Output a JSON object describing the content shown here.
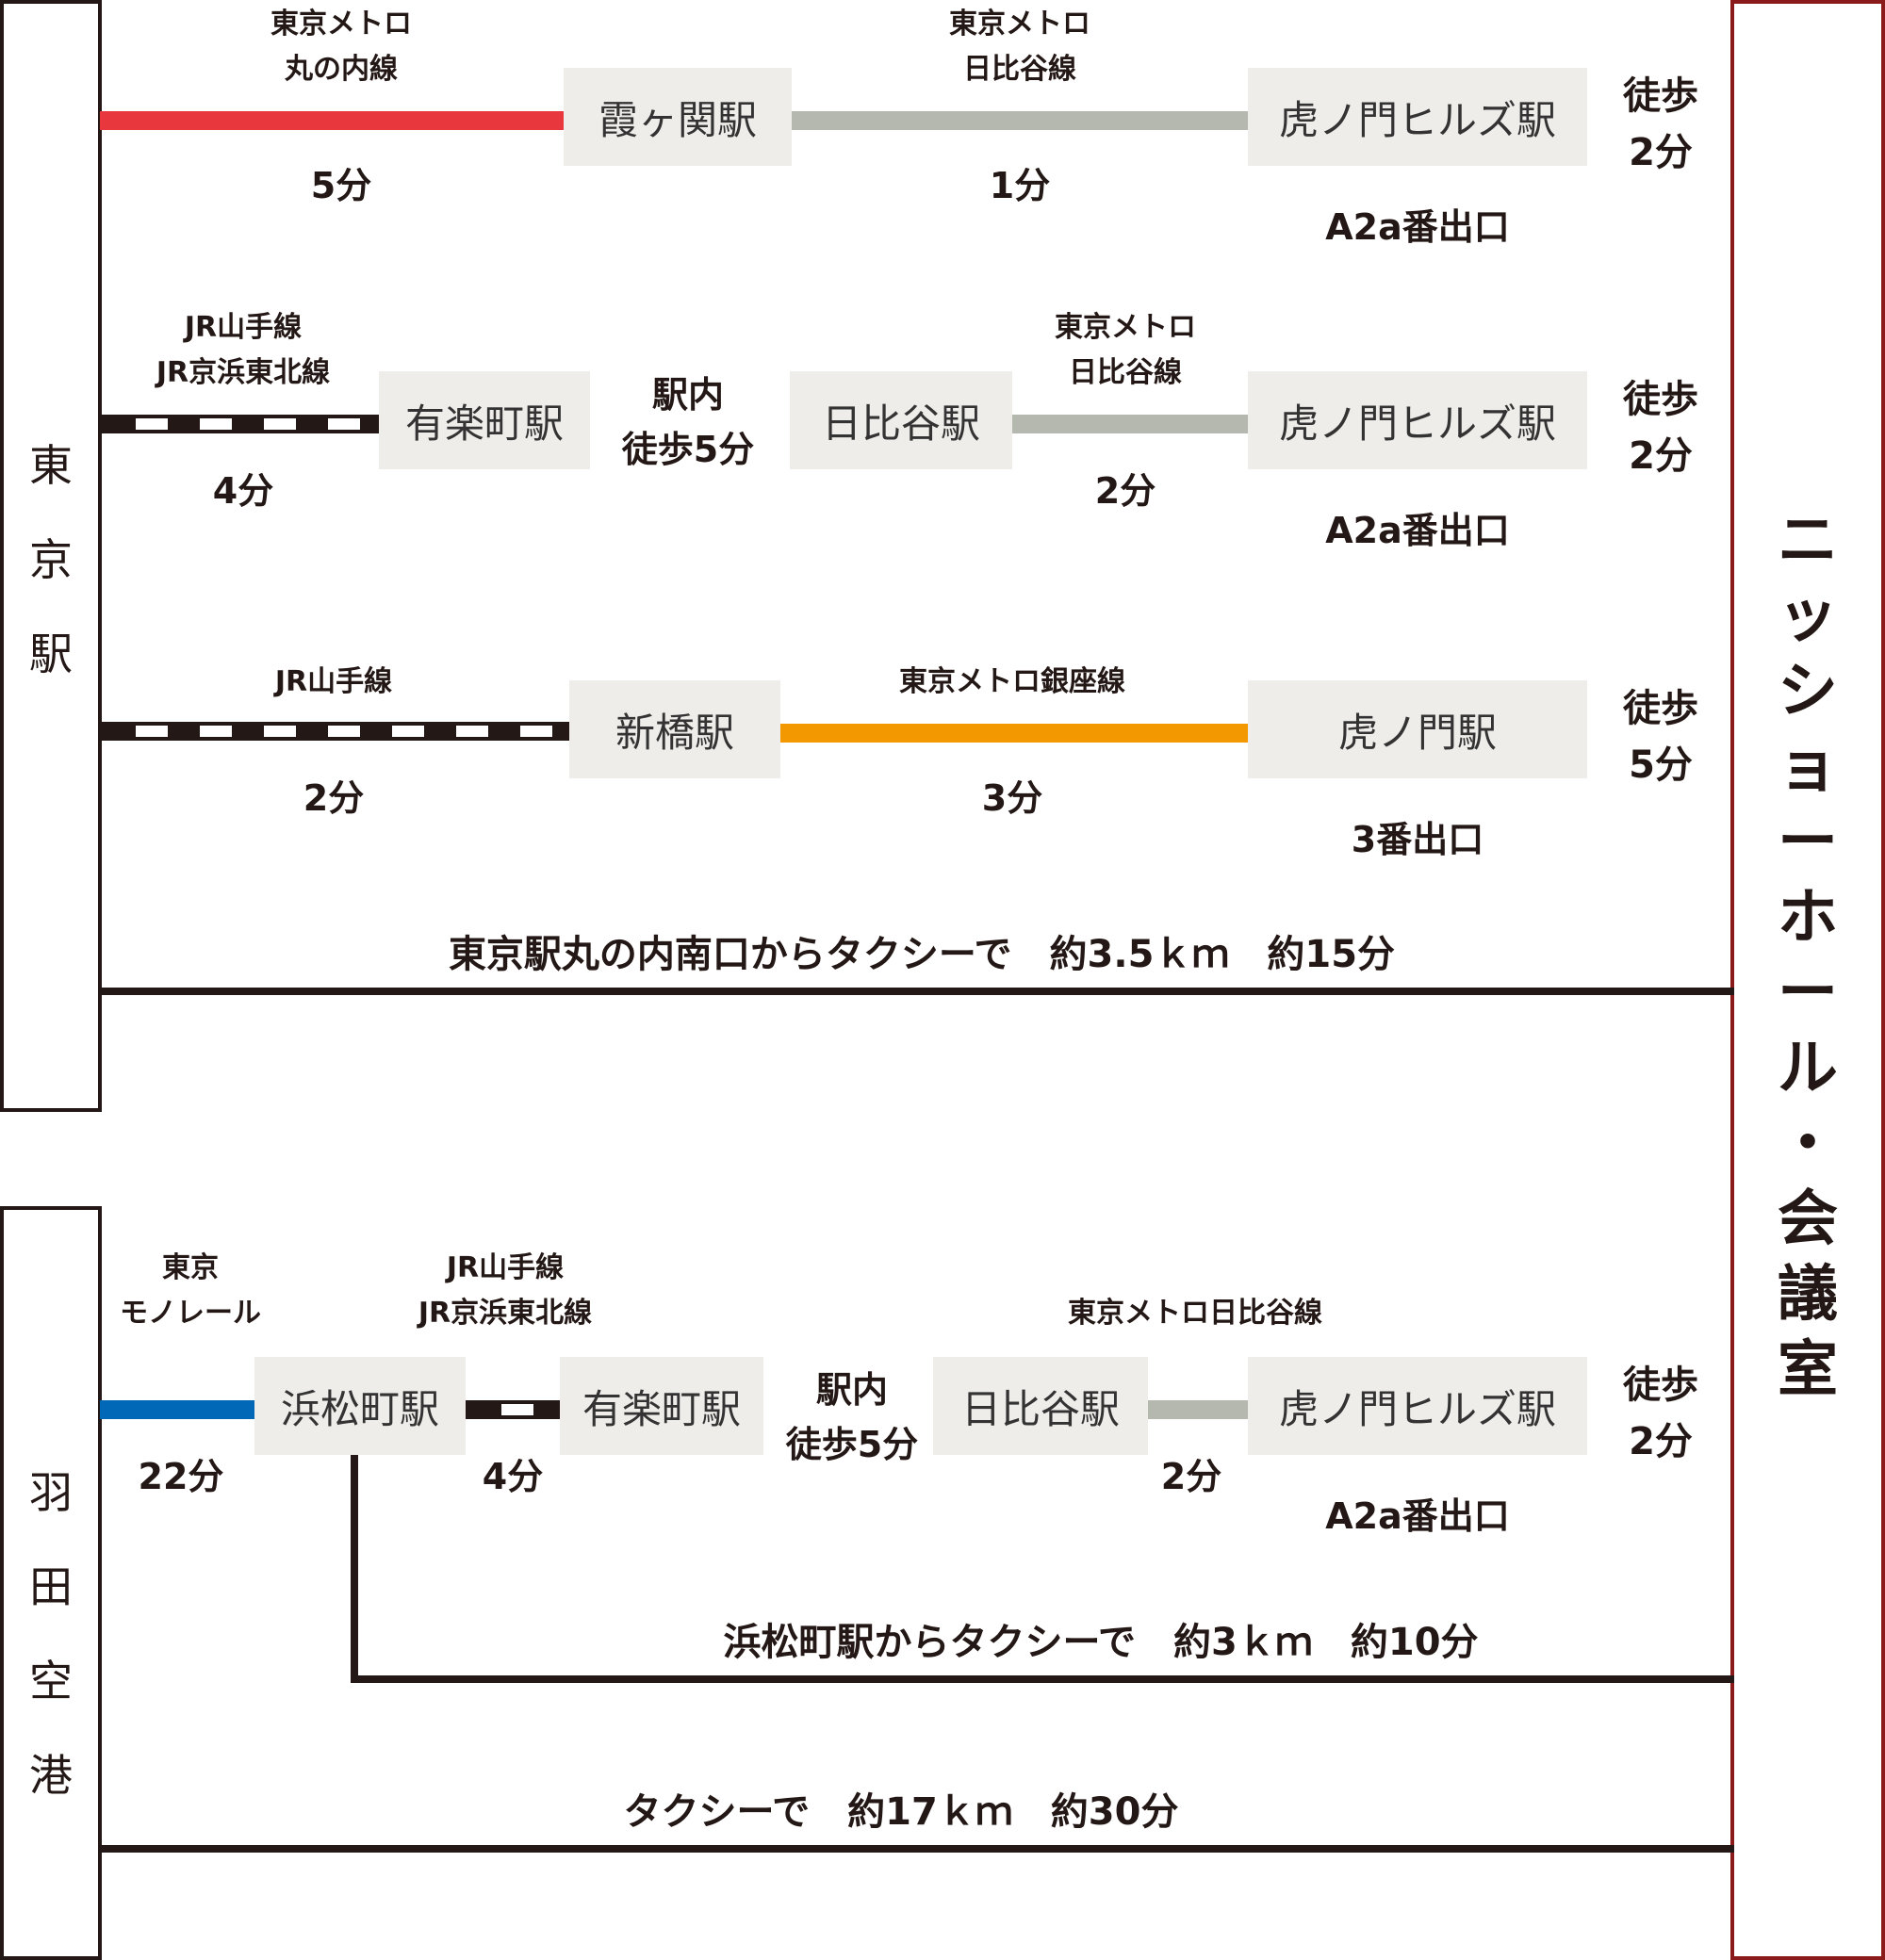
{
  "origins": {
    "tokyo": "東\n京\n駅",
    "haneda": "羽\n田\n空\n港"
  },
  "destination": "ニ\nッ\nシ\nョ\nー\nホ\nー\nル\n・\n会\n議\n室",
  "route1": {
    "line1_label": "東京メトロ\n丸の内線",
    "line1_time": "5分",
    "station1": "霞ヶ関駅",
    "line2_label": "東京メトロ\n日比谷線",
    "line2_time": "1分",
    "station2": "虎ノ門ヒルズ駅",
    "exit": "A2a番出口",
    "walk": "徒歩\n2分"
  },
  "route2": {
    "line1_label": "JR山手線\nJR京浜東北線",
    "line1_time": "4分",
    "station1": "有楽町駅",
    "transfer": "駅内\n徒歩5分",
    "station2": "日比谷駅",
    "line2_label": "東京メトロ\n日比谷線",
    "line2_time": "2分",
    "station3": "虎ノ門ヒルズ駅",
    "exit": "A2a番出口",
    "walk": "徒歩\n2分"
  },
  "route3": {
    "line1_label": "JR山手線",
    "line1_time": "2分",
    "station1": "新橋駅",
    "line2_label": "東京メトロ銀座線",
    "line2_time": "3分",
    "station2": "虎ノ門駅",
    "exit": "3番出口",
    "walk": "徒歩\n5分"
  },
  "taxi_tokyo": "東京駅丸の内南口からタクシーで　約3.5ｋｍ　約15分",
  "route4": {
    "line1_label": "東京\nモノレール",
    "line1_time": "22分",
    "station1": "浜松町駅",
    "line2_label": "JR山手線\nJR京浜東北線",
    "line2_time": "4分",
    "station2": "有楽町駅",
    "transfer": "駅内\n徒歩5分",
    "station3": "日比谷駅",
    "line3_label": "東京メトロ日比谷線",
    "line3_time": "2分",
    "station4": "虎ノ門ヒルズ駅",
    "exit": "A2a番出口",
    "walk": "徒歩\n2分"
  },
  "taxi_hamamatsucho": "浜松町駅からタクシーで　約3ｋｍ　約10分",
  "taxi_haneda": "タクシーで　約17ｋｍ　約30分",
  "colors": {
    "marunouchi": "#e8383d",
    "hibiya": "#b5b8ae",
    "ginza": "#f39800",
    "monorail": "#0068b7",
    "jr": "#231815",
    "destination_border": "#8b1a1a"
  }
}
